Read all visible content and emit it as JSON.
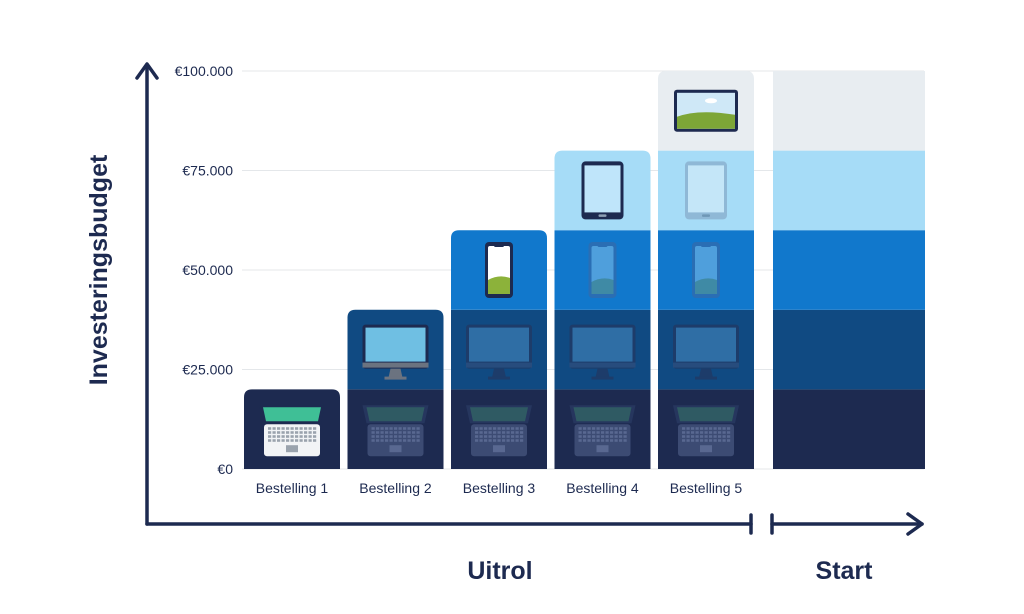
{
  "chart_data": {
    "type": "bar",
    "ylabel": "Investeringsbudget",
    "categories": [
      "Bestelling 1",
      "Bestelling 2",
      "Bestelling 3",
      "Bestelling 4",
      "Bestelling 5"
    ],
    "y_ticks": [
      "€0",
      "€25.000",
      "€50.000",
      "€75.000",
      "€100.000"
    ],
    "ylim": [
      0,
      100000
    ],
    "segment_size": 20000,
    "layers": [
      {
        "icon": "laptop-icon",
        "color": "#1d2a50"
      },
      {
        "icon": "monitor-icon",
        "color": "#104a82"
      },
      {
        "icon": "smartphone-icon",
        "color": "#1178cc"
      },
      {
        "icon": "tablet-icon",
        "color": "#a6dcf7"
      },
      {
        "icon": "tv-icon",
        "color": "#e8edf1"
      }
    ],
    "bars": [
      {
        "category": "Bestelling 1",
        "layers": 1
      },
      {
        "category": "Bestelling 2",
        "layers": 2
      },
      {
        "category": "Bestelling 3",
        "layers": 3
      },
      {
        "category": "Bestelling 4",
        "layers": 4
      },
      {
        "category": "Bestelling 5",
        "layers": 5
      }
    ],
    "start_column": {
      "layers": 5
    },
    "grid": true
  },
  "labels": {
    "rollout": "Uitrol",
    "start": "Start"
  },
  "colors": {
    "axis": "#1d2a50",
    "grid": "#e4e7ea",
    "text": "#1d2a50"
  }
}
